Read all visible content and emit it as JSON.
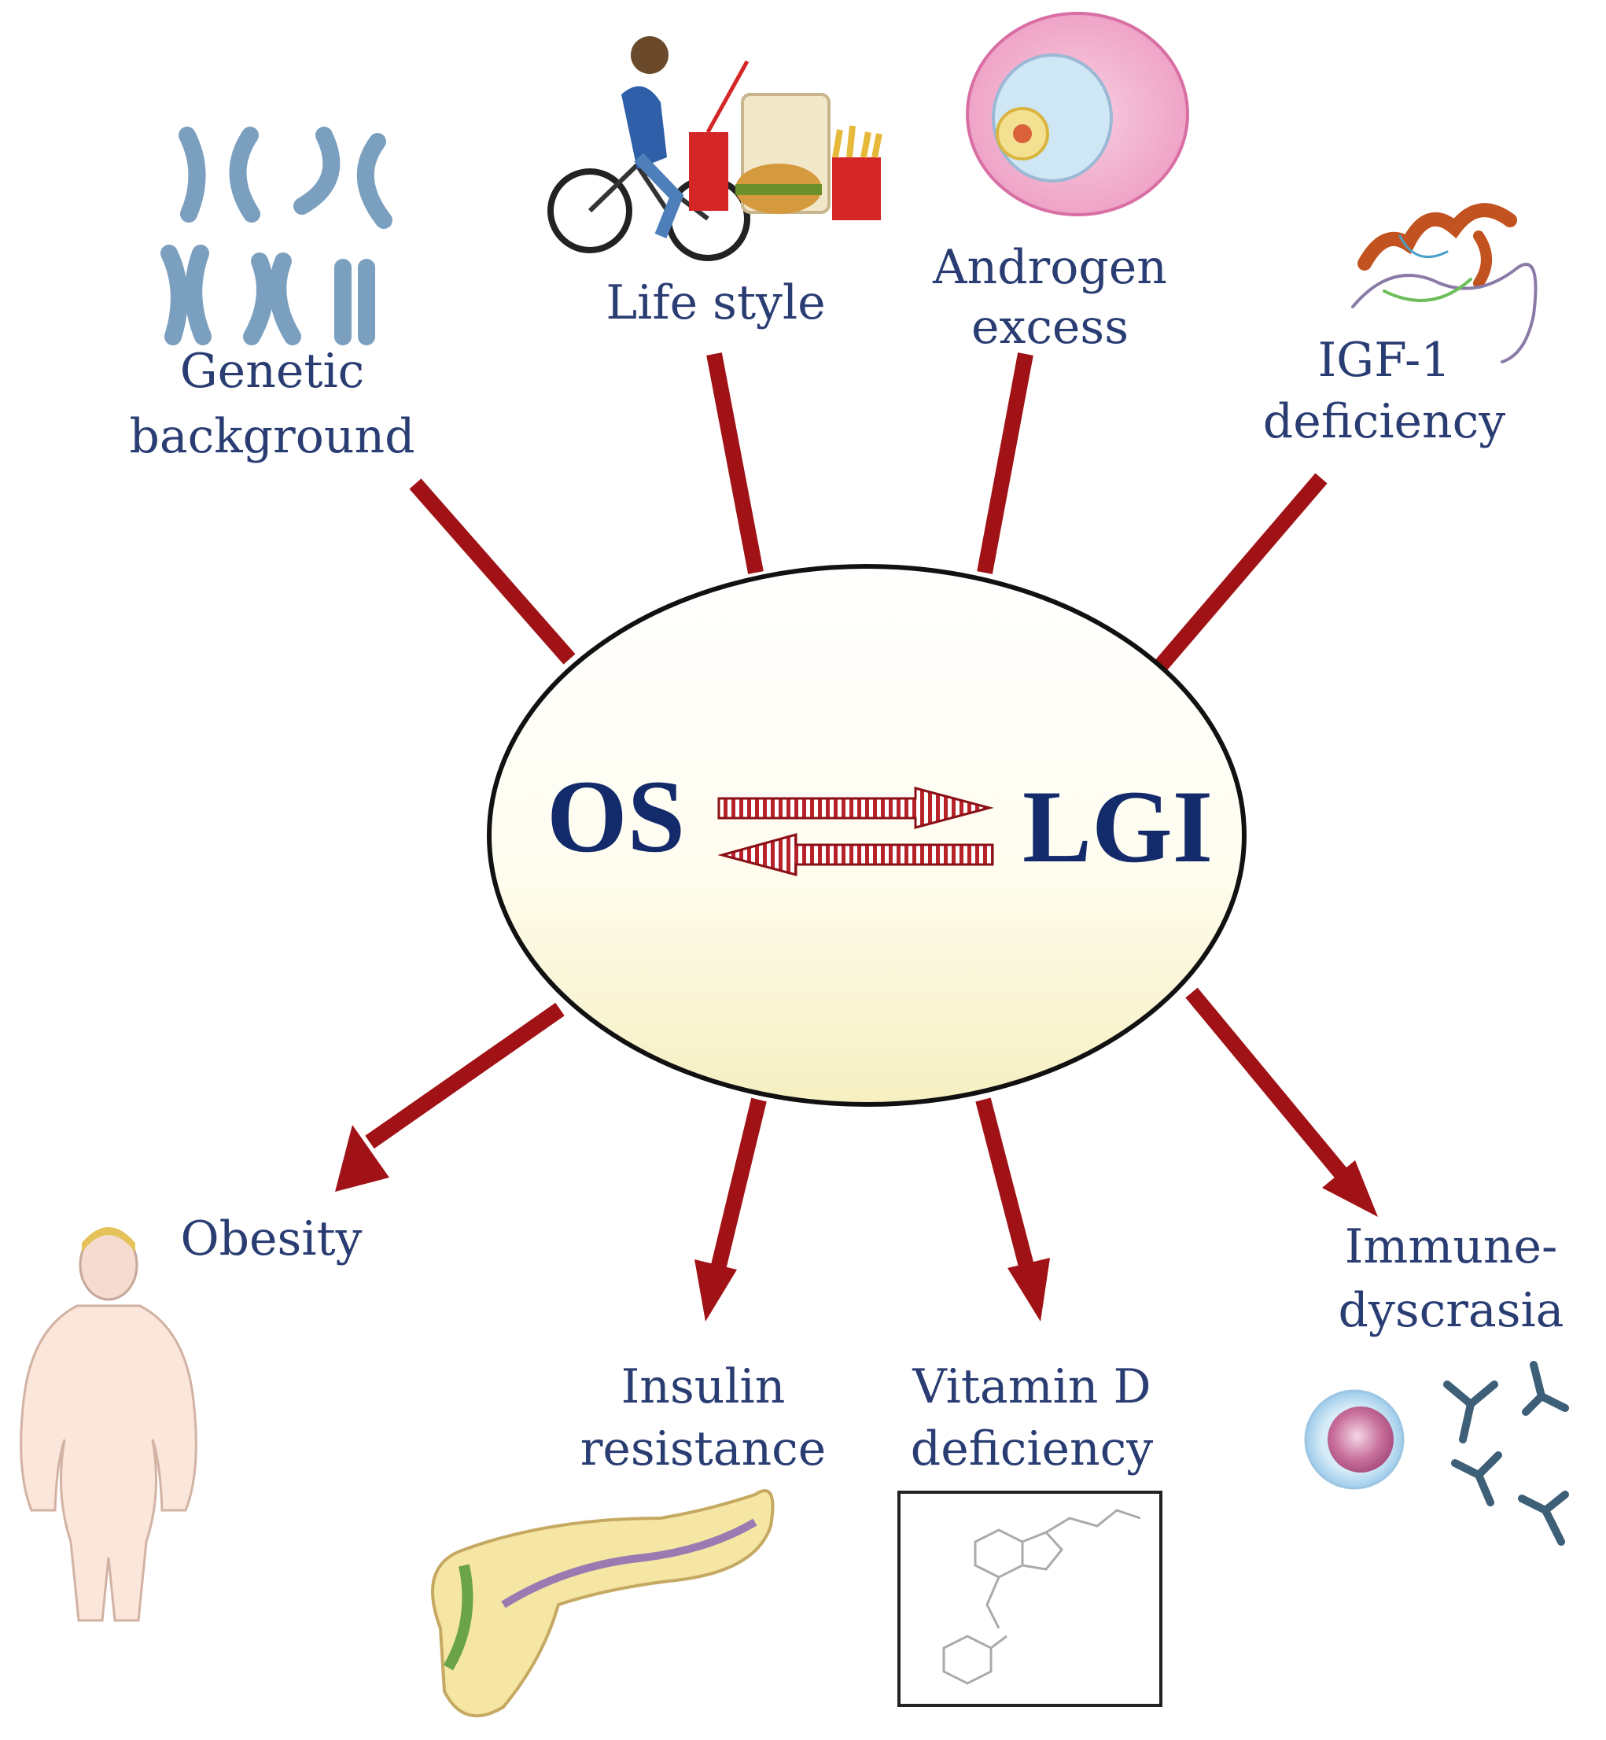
{
  "center": {
    "left": "OS",
    "right": "LGI"
  },
  "causes": {
    "genetic": {
      "line1": "Genetic",
      "line2": "background",
      "icon": "chromosomes-icon"
    },
    "lifestyle": {
      "line1": "Life style",
      "icon": "cyclist-fastfood-icon"
    },
    "androgen": {
      "line1": "Androgen",
      "line2": "excess",
      "icon": "ovarian-follicle-icon"
    },
    "igf1": {
      "line1": "IGF-1",
      "line2": "deficiency",
      "icon": "protein-structure-icon"
    }
  },
  "effects": {
    "obesity": {
      "line1": "Obesity",
      "icon": "obese-body-icon"
    },
    "insulin": {
      "line1": "Insulin",
      "line2": "resistance",
      "icon": "pancreas-icon"
    },
    "vitamin_d": {
      "line1": "Vitamin D",
      "line2": "deficiency",
      "icon": "vitamin-d-molecule-icon"
    },
    "immune": {
      "line1": "Immune-",
      "line2": "dyscrasia",
      "icon": "immune-cell-antibodies-icon"
    }
  },
  "colors": {
    "arrow": "#a01216",
    "label": "#2a3d73",
    "core_text": "#132a6b",
    "ellipse_fill_top": "#ffffff",
    "ellipse_fill_bottom": "#f7f1c6"
  }
}
